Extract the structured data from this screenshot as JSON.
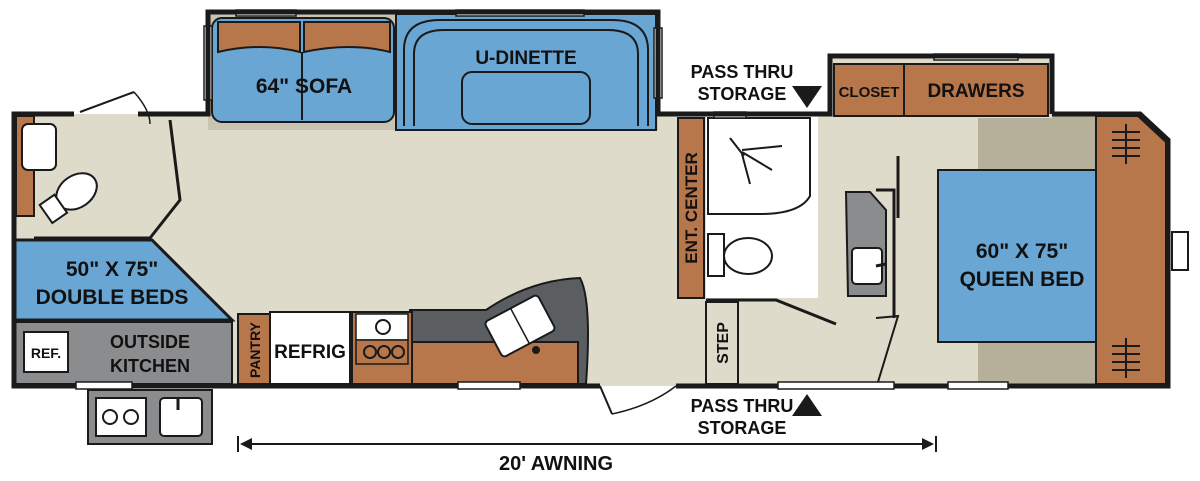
{
  "labels": {
    "sofa": "64\" SOFA",
    "dinette": "U-DINETTE",
    "pass_thru_top_1": "PASS THRU",
    "pass_thru_top_2": "STORAGE",
    "closet": "CLOSET",
    "drawers": "DRAWERS",
    "ent_center": "ENT. CENTER",
    "double_beds_1": "50\" X 75\"",
    "double_beds_2": "DOUBLE BEDS",
    "ref_small": "REF.",
    "outside_kitchen_1": "OUTSIDE",
    "outside_kitchen_2": "KITCHEN",
    "pantry": "PANTRY",
    "refrig": "REFRIG",
    "step": "STEP",
    "queen_bed_1": "60\" X 75\"",
    "queen_bed_2": "QUEEN BED",
    "pass_thru_bottom_1": "PASS THRU",
    "pass_thru_bottom_2": "STORAGE",
    "awning": "20' AWNING"
  },
  "colors": {
    "floor": "#dedbcb",
    "wall": "#1a1a1a",
    "blue": "#6aa6d3",
    "wood": "#b8774a",
    "gray": "#8a8c8e",
    "dark_gray": "#5b5e61",
    "carpet": "#b6b09a"
  }
}
